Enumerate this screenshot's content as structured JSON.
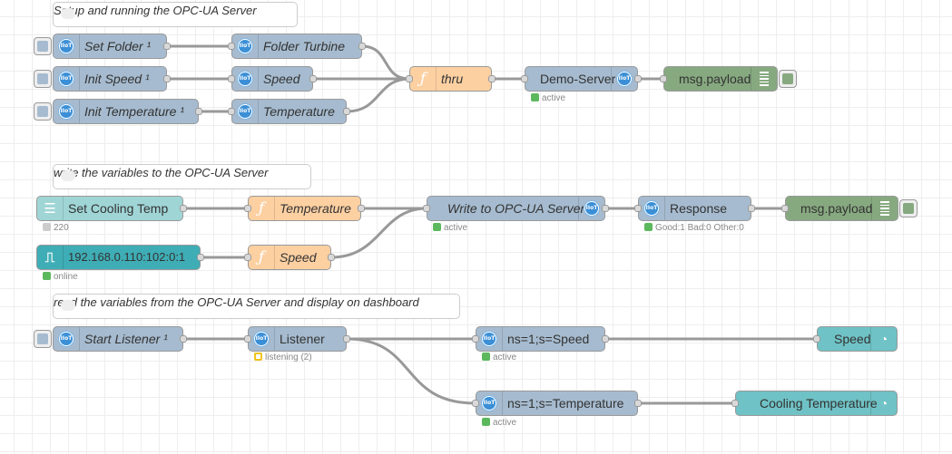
{
  "colors": {
    "opcua": "#a6bbcf",
    "function": "#fdd0a2",
    "debug": "#87a980",
    "ui_slider": "#a0d5d6",
    "modbus": "#3fadb5",
    "ui_gauge": "#6fc2c5",
    "status_green": "#5cb85c",
    "status_yellow": "#f0c419",
    "status_grey": "#cccccc"
  },
  "section1": {
    "comment": "Setup and running the OPC-UA Server",
    "nodes": {
      "set_folder": "Set Folder ¹",
      "init_speed": "Init Speed ¹",
      "init_temperature": "Init Temperature ¹",
      "folder_turbine": "Folder Turbine",
      "speed": "Speed",
      "temperature": "Temperature",
      "thru": "thru",
      "demo_server": "Demo-Server",
      "debug": "msg.payload"
    },
    "status": {
      "demo_server": "active"
    }
  },
  "section2": {
    "comment": "write the variables to the OPC-UA Server",
    "nodes": {
      "set_cooling_temp": "Set Cooling Temp",
      "modbus": "192.168.0.110:102:0:1",
      "fn_temperature": "Temperature",
      "fn_speed": "Speed",
      "write": "Write to OPC-UA Server",
      "response": "Response",
      "debug": "msg.payload"
    },
    "status": {
      "set_cooling_temp": "220",
      "modbus": "online",
      "write": "active",
      "response": "Good:1 Bad:0 Other:0"
    }
  },
  "section3": {
    "comment": "read the variables from the OPC-UA Server and display on dashboard",
    "nodes": {
      "start_listener": "Start Listener ¹",
      "listener": "Listener",
      "ns_speed": "ns=1;s=Speed",
      "ns_temp": "ns=1;s=Temperature",
      "gauge_speed": "Speed",
      "gauge_temp": "Cooling Temperature"
    },
    "status": {
      "listener": "listening (2)",
      "ns_speed": "active",
      "ns_temp": "active"
    }
  },
  "icons": {
    "opcua": "opcua-ball-icon",
    "function": "function-icon",
    "debug": "debug-list-icon",
    "slider": "slider-icon",
    "modbus": "modbus-pulse-icon",
    "gauge": "gauge-icon",
    "comment": "comment-icon"
  }
}
